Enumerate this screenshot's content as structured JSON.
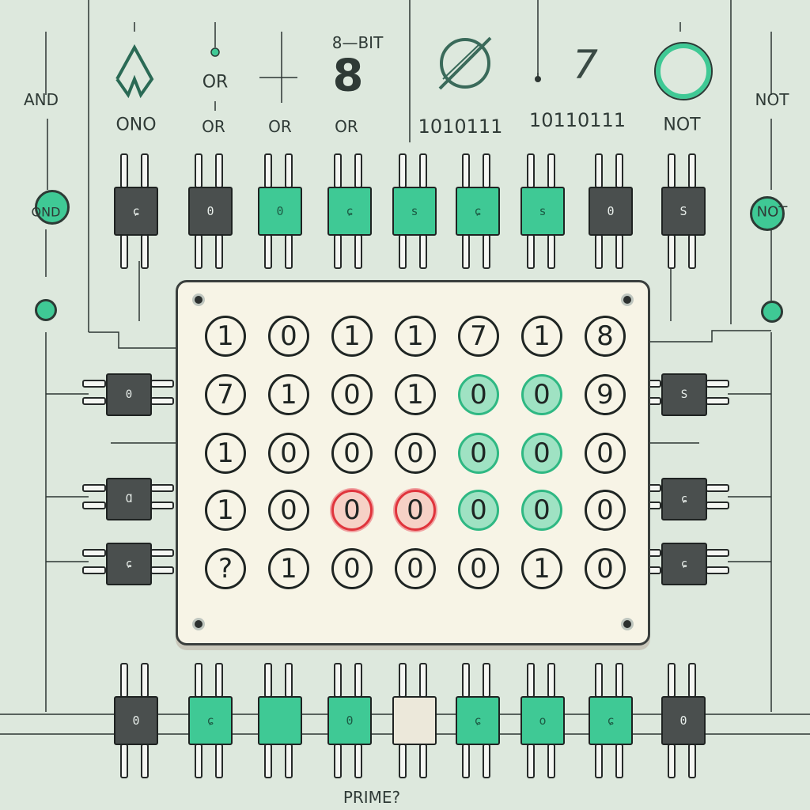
{
  "colors": {
    "background": "#dde8dd",
    "accent_green": "#3fc995",
    "highlight_red": "#e0343c",
    "chip_dark": "#4a4f4e",
    "board": "#f7f4e6"
  },
  "labels": {
    "and_left": "AND",
    "ono": "ONO",
    "or_top": "OR",
    "or_1": "OR",
    "or_2": "OR",
    "or_3": "OR",
    "bit_label": "8—BIT",
    "big_eight": "8",
    "binary_1": "1010111",
    "binary_2": "10110111",
    "not_center": "NOT",
    "not_right": "NOT",
    "ond_left_node": "OND",
    "not_right_node": "NOT",
    "seven_glyph": "7",
    "prime": "PRIME?"
  },
  "top_chips": [
    {
      "text": "ɕ",
      "style": "dark"
    },
    {
      "text": "0",
      "style": "dark"
    },
    {
      "text": "0",
      "style": "green"
    },
    {
      "text": "ɕ",
      "style": "green"
    },
    {
      "text": "s",
      "style": "green"
    },
    {
      "text": "ɕ",
      "style": "green"
    },
    {
      "text": "s",
      "style": "green"
    },
    {
      "text": "0",
      "style": "dark"
    },
    {
      "text": "S",
      "style": "dark"
    }
  ],
  "bottom_chips": [
    {
      "text": "0",
      "style": "dark"
    },
    {
      "text": "ɕ",
      "style": "green"
    },
    {
      "text": "",
      "style": "green"
    },
    {
      "text": "0",
      "style": "green"
    },
    {
      "text": "",
      "style": "light"
    },
    {
      "text": "ɕ",
      "style": "green"
    },
    {
      "text": "o",
      "style": "green"
    },
    {
      "text": "ɕ",
      "style": "green"
    },
    {
      "text": "0",
      "style": "dark"
    }
  ],
  "left_chips": [
    {
      "text": "0"
    },
    {
      "text": "Ɑ"
    },
    {
      "text": "ɕ"
    }
  ],
  "right_chips": [
    {
      "text": "S"
    },
    {
      "text": "ɕ"
    },
    {
      "text": "ɕ"
    }
  ],
  "grid": [
    [
      {
        "v": "1",
        "s": "n"
      },
      {
        "v": "0",
        "s": "n"
      },
      {
        "v": "1",
        "s": "n"
      },
      {
        "v": "1",
        "s": "n"
      },
      {
        "v": "7",
        "s": "n"
      },
      {
        "v": "1",
        "s": "n"
      },
      {
        "v": "8",
        "s": "n"
      }
    ],
    [
      {
        "v": "7",
        "s": "n"
      },
      {
        "v": "1",
        "s": "n"
      },
      {
        "v": "0",
        "s": "n"
      },
      {
        "v": "1",
        "s": "n"
      },
      {
        "v": "0",
        "s": "g"
      },
      {
        "v": "0",
        "s": "g"
      },
      {
        "v": "9",
        "s": "n"
      }
    ],
    [
      {
        "v": "1",
        "s": "n"
      },
      {
        "v": "0",
        "s": "n"
      },
      {
        "v": "0",
        "s": "n"
      },
      {
        "v": "0",
        "s": "n"
      },
      {
        "v": "0",
        "s": "g"
      },
      {
        "v": "0",
        "s": "g"
      },
      {
        "v": "0",
        "s": "n"
      }
    ],
    [
      {
        "v": "1",
        "s": "n"
      },
      {
        "v": "0",
        "s": "n"
      },
      {
        "v": "0",
        "s": "r"
      },
      {
        "v": "0",
        "s": "r"
      },
      {
        "v": "0",
        "s": "g"
      },
      {
        "v": "0",
        "s": "g"
      },
      {
        "v": "0",
        "s": "n"
      }
    ],
    [
      {
        "v": "?",
        "s": "n"
      },
      {
        "v": "1",
        "s": "n"
      },
      {
        "v": "0",
        "s": "n"
      },
      {
        "v": "0",
        "s": "n"
      },
      {
        "v": "0",
        "s": "n"
      },
      {
        "v": "1",
        "s": "n"
      },
      {
        "v": "0",
        "s": "n"
      }
    ]
  ]
}
